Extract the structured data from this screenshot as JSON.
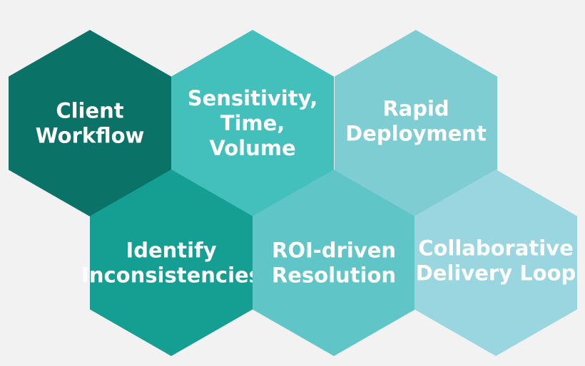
{
  "diagram": {
    "hexagons": [
      {
        "id": "client-workflow",
        "lines": [
          "Client",
          "Workflow"
        ],
        "fill": "#0a7266"
      },
      {
        "id": "sensitivity-time-volume",
        "lines": [
          "Sensitivity,",
          "Time,",
          "Volume"
        ],
        "fill": "#43bfbc"
      },
      {
        "id": "rapid-deployment",
        "lines": [
          "Rapid",
          "Deployment"
        ],
        "fill": "#7ecdd3"
      },
      {
        "id": "identify-inconsistencies",
        "lines": [
          "Identify",
          "Inconsistencies"
        ],
        "fill": "#159e92"
      },
      {
        "id": "roi-driven-resolution",
        "lines": [
          "ROI-driven",
          "Resolution"
        ],
        "fill": "#60c5c7"
      },
      {
        "id": "collaborative-delivery-loop",
        "lines": [
          "Collaborative",
          "Delivery Loop"
        ],
        "fill": "#9ad6df"
      }
    ]
  }
}
